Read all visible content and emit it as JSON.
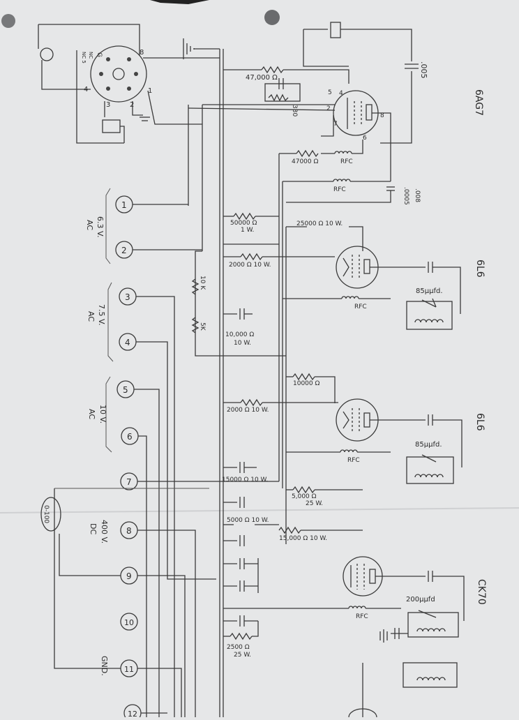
{
  "tubes": {
    "t1": "6AG7",
    "t2": "6L6",
    "t3": "6L6",
    "t4": "CK70"
  },
  "socket": {
    "pin_g": "G",
    "pin_nc1": "NC",
    "pin_nc2": "NC 5",
    "pin_8": "8",
    "pin_4": "4",
    "pin_3": "3",
    "pin_2": "2",
    "pin_1": "1"
  },
  "tube1_pins": {
    "p4": "4",
    "p5": "5",
    "p2": "2",
    "p7": "7",
    "p8": "8",
    "p6": "6"
  },
  "components": {
    "r47k_top": "47,000 Ω",
    "r330": "330",
    "c005": ".005",
    "r47000": "47000 Ω",
    "rfc1": "RFC",
    "rfc2": "RFC",
    "c0005a": ".0005",
    "c0005b": ".008",
    "r50000": "50000 Ω",
    "r50000w": "1 W.",
    "r25000": "25000 Ω  10 W.",
    "r2000a": "2000 Ω  10 W.",
    "r10k": "10 K",
    "r5k": "5K",
    "rfc3": "RFC",
    "c85a": "85μμfd.",
    "r10000a": "10,000 Ω",
    "r10000aw": "10 W.",
    "r10000b": "10000 Ω",
    "r2000b": "2000 Ω  10 W.",
    "c85b": "85μμfd.",
    "rfc4": "RFC",
    "r15000a": "15000 Ω  10 W.",
    "r5000": "5,000 Ω",
    "r5000w": "25 W.",
    "r5000b": "5000 Ω  10 W.",
    "r15000b": "15,000 Ω  10 W.",
    "rfc5": "RFC",
    "c200": "200μμfd",
    "r2500": "2500 Ω",
    "r2500w": "25 W.",
    "meter": "0-100"
  },
  "terminals": [
    "1",
    "2",
    "3",
    "4",
    "5",
    "6",
    "7",
    "8",
    "9",
    "10",
    "11",
    "12"
  ],
  "supply_labels": {
    "s1v": "6.3 V.",
    "s1t": "AC",
    "s2v": "7.5 V.",
    "s2t": "AC",
    "s3v": "10 V.",
    "s3t": "AC",
    "s4v": "400 V.",
    "s4t": "DC",
    "s5": "GND."
  }
}
